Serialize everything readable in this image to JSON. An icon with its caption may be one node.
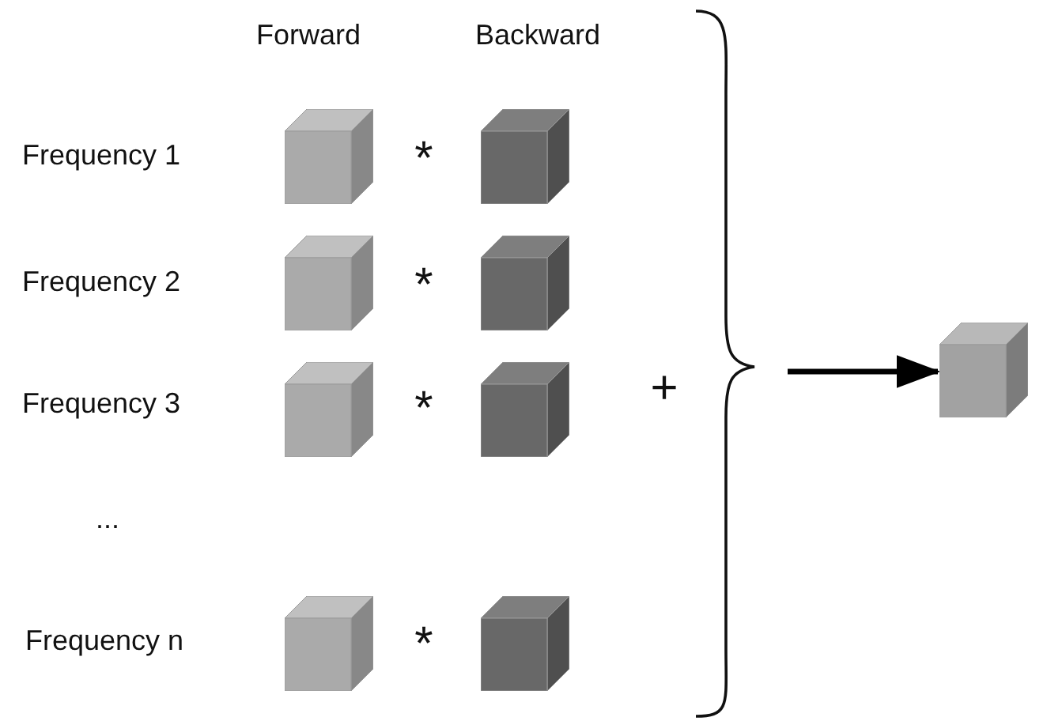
{
  "diagram": {
    "nodes": [
      {
        "text": [],
        "shape": "cube"
      },
      {
        "text": [],
        "shape": "cube"
      },
      {
        "text": [],
        "shape": "cube"
      },
      {
        "text": [],
        "shape": "cube"
      },
      {
        "text": [],
        "shape": "cube"
      },
      {
        "text": [],
        "shape": "cube"
      },
      {
        "text": [],
        "shape": "cube"
      },
      {
        "text": [],
        "shape": "cube"
      },
      {
        "text": [],
        "shape": "cube"
      }
    ],
    "edges": [
      {
        "from": null,
        "to": 8,
        "arrow": "to"
      }
    ],
    "labels": [
      "Forward",
      "Backward",
      "Frequency 1",
      "*",
      "Frequency 2",
      "*",
      "Frequency 3",
      "*",
      "+",
      "...",
      "Frequency n",
      "*"
    ]
  }
}
